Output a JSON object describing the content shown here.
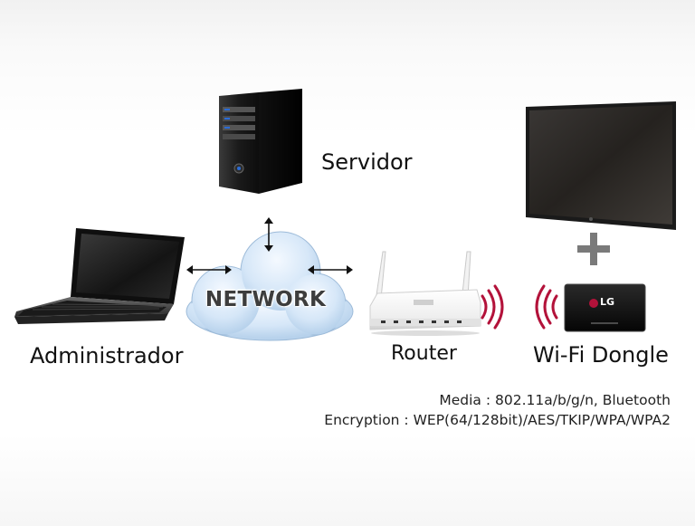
{
  "nodes": {
    "server": "Servidor",
    "administrator": "Administrador",
    "network": "NETWORK",
    "router": "Router",
    "dongle": "Wi-Fi Dongle"
  },
  "dongle_logo": "LG",
  "specs": {
    "media": "Media : 802.11a/b/g/n, Bluetooth",
    "encryption": "Encryption : WEP(64/128bit)/AES/TKIP/WPA/WPA2"
  },
  "colors": {
    "wifi_waves": "#b3123a",
    "cloud": "#cfe2f5",
    "plus": "#7a7a7a",
    "logo_red": "#b3123a"
  }
}
